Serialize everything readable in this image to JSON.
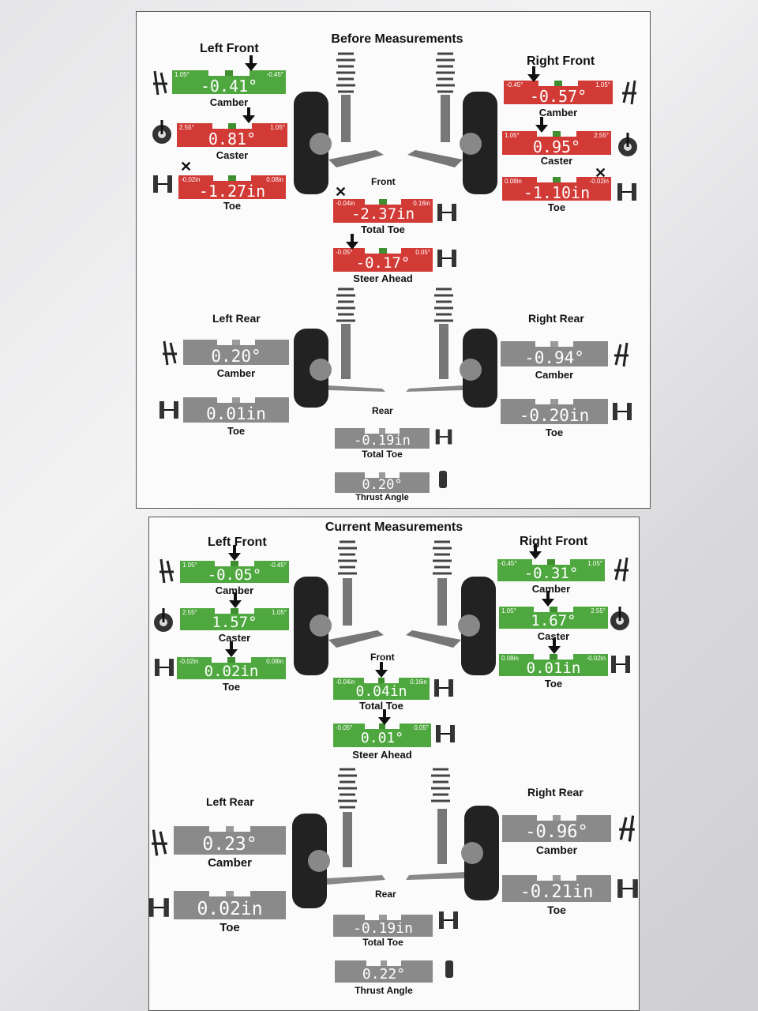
{
  "sections": [
    {
      "title": "Before Measurements",
      "headers": {
        "left_front": "Left Front",
        "right_front": "Right Front",
        "front": "Front",
        "left_rear": "Left Rear",
        "right_rear": "Right Rear",
        "rear": "Rear"
      },
      "gauges": {
        "lf_camber": {
          "status": "green",
          "value": "-0.41°",
          "label": "Camber",
          "min": "1.05°",
          "max": "-0.45°"
        },
        "lf_caster": {
          "status": "red",
          "value": "0.81°",
          "label": "Caster",
          "min": "2.55°",
          "max": "1.05°"
        },
        "lf_toe": {
          "status": "red",
          "value": "-1.27in",
          "label": "Toe",
          "min": "-0.02in",
          "max": "0.08in"
        },
        "rf_camber": {
          "status": "red",
          "value": "-0.57°",
          "label": "Camber",
          "min": "-0.45°",
          "max": "1.05°"
        },
        "rf_caster": {
          "status": "red",
          "value": "0.95°",
          "label": "Caster",
          "min": "1.05°",
          "max": "2.55°"
        },
        "rf_toe": {
          "status": "red",
          "value": "-1.10in",
          "label": "Toe",
          "min": "0.08in",
          "max": "-0.02in"
        },
        "front_total_toe": {
          "status": "red",
          "value": "-2.37in",
          "label": "Total Toe",
          "min": "-0.04in",
          "max": "0.16in"
        },
        "steer_ahead": {
          "status": "red",
          "value": "-0.17°",
          "label": "Steer Ahead",
          "min": "-0.05°",
          "max": "0.05°"
        },
        "lr_camber": {
          "status": "gray",
          "value": "0.20°",
          "label": "Camber"
        },
        "lr_toe": {
          "status": "gray",
          "value": "0.01in",
          "label": "Toe"
        },
        "rr_camber": {
          "status": "gray",
          "value": "-0.94°",
          "label": "Camber"
        },
        "rr_toe": {
          "status": "gray",
          "value": "-0.20in",
          "label": "Toe"
        },
        "rear_total_toe": {
          "status": "gray",
          "value": "-0.19in",
          "label": "Total Toe"
        },
        "thrust_angle": {
          "status": "gray",
          "value": "0.20°",
          "label": "Thrust Angle"
        }
      }
    },
    {
      "title": "Current Measurements",
      "headers": {
        "left_front": "Left Front",
        "right_front": "Right Front",
        "front": "Front",
        "left_rear": "Left Rear",
        "right_rear": "Right Rear",
        "rear": "Rear"
      },
      "gauges": {
        "lf_camber": {
          "status": "green",
          "value": "-0.05°",
          "label": "Camber",
          "min": "1.05°",
          "max": "-0.45°"
        },
        "lf_caster": {
          "status": "green",
          "value": "1.57°",
          "label": "Caster",
          "min": "2.55°",
          "max": "1.05°"
        },
        "lf_toe": {
          "status": "green",
          "value": "0.02in",
          "label": "Toe",
          "min": "-0.02in",
          "max": "0.08in"
        },
        "rf_camber": {
          "status": "green",
          "value": "-0.31°",
          "label": "Camber",
          "min": "-0.45°",
          "max": "1.05°"
        },
        "rf_caster": {
          "status": "green",
          "value": "1.67°",
          "label": "Caster",
          "min": "1.05°",
          "max": "2.55°"
        },
        "rf_toe": {
          "status": "green",
          "value": "0.01in",
          "label": "Toe",
          "min": "0.08in",
          "max": "-0.02in"
        },
        "front_total_toe": {
          "status": "green",
          "value": "0.04in",
          "label": "Total Toe",
          "min": "-0.04in",
          "max": "0.16in"
        },
        "steer_ahead": {
          "status": "green",
          "value": "0.01°",
          "label": "Steer Ahead",
          "min": "-0.05°",
          "max": "0.05°"
        },
        "lr_camber": {
          "status": "gray",
          "value": "0.23°",
          "label": "Camber"
        },
        "lr_toe": {
          "status": "gray",
          "value": "0.02in",
          "label": "Toe"
        },
        "rr_camber": {
          "status": "gray",
          "value": "-0.96°",
          "label": "Camber"
        },
        "rr_toe": {
          "status": "gray",
          "value": "-0.21in",
          "label": "Toe"
        },
        "rear_total_toe": {
          "status": "gray",
          "value": "-0.19in",
          "label": "Total Toe"
        },
        "thrust_angle": {
          "status": "gray",
          "value": "0.22°",
          "label": "Thrust Angle"
        }
      }
    }
  ],
  "colors": {
    "red": "#d23a36",
    "green": "#4fa83f",
    "gray": "#8a8a8a"
  },
  "icons": [
    "camber-icon",
    "caster-icon",
    "toe-icon",
    "total-toe-icon",
    "thrust-angle-icon",
    "suspension-strut-icon",
    "wheel-icon"
  ]
}
